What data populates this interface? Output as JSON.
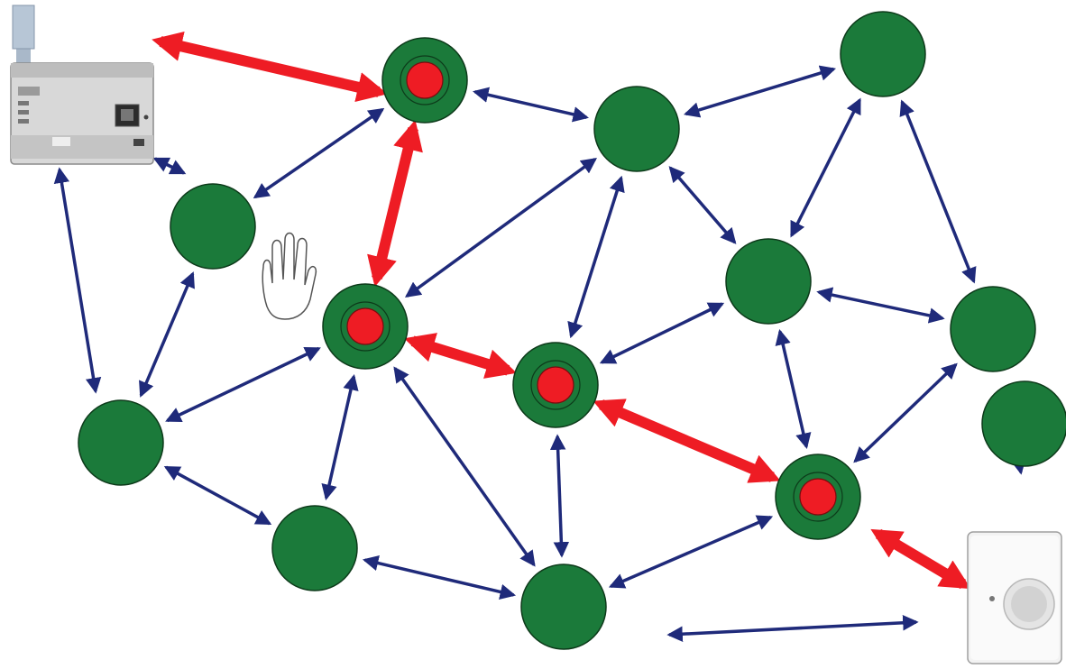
{
  "diagram": {
    "nodes": [
      {
        "id": "n1",
        "role": "routing"
      },
      {
        "id": "n2",
        "role": "normal"
      },
      {
        "id": "n3",
        "role": "normal"
      },
      {
        "id": "n4",
        "role": "normal"
      },
      {
        "id": "n5",
        "role": "routing"
      },
      {
        "id": "n6",
        "role": "normal"
      },
      {
        "id": "n7",
        "role": "routing"
      },
      {
        "id": "n8",
        "role": "normal"
      },
      {
        "id": "n9",
        "role": "normal"
      },
      {
        "id": "n10",
        "role": "normal"
      },
      {
        "id": "n11",
        "role": "routing"
      },
      {
        "id": "n12",
        "role": "normal"
      },
      {
        "id": "n13",
        "role": "normal"
      }
    ],
    "devices": [
      {
        "id": "controller",
        "icon": "controller-device-icon"
      },
      {
        "id": "thermostat",
        "icon": "thermostat-device-icon"
      }
    ],
    "blocked_icon": "stop-hand-icon",
    "links": [
      {
        "from": "controller",
        "to": "n1",
        "kind": "route"
      },
      {
        "from": "n1",
        "to": "n5",
        "kind": "route"
      },
      {
        "from": "n5",
        "to": "n7",
        "kind": "route"
      },
      {
        "from": "n7",
        "to": "n11",
        "kind": "route"
      },
      {
        "from": "n11",
        "to": "thermostat",
        "kind": "route"
      },
      {
        "from": "n1",
        "to": "n3",
        "kind": "link"
      },
      {
        "from": "n1",
        "to": "n2",
        "kind": "link"
      },
      {
        "from": "controller",
        "to": "n2",
        "kind": "link"
      },
      {
        "from": "controller",
        "to": "n8",
        "kind": "link"
      },
      {
        "from": "n3",
        "to": "n4",
        "kind": "link"
      },
      {
        "from": "n3",
        "to": "n5",
        "kind": "link"
      },
      {
        "from": "n3",
        "to": "n7",
        "kind": "link"
      },
      {
        "from": "n3",
        "to": "n6",
        "kind": "link"
      },
      {
        "from": "n4",
        "to": "n6",
        "kind": "link"
      },
      {
        "from": "n4",
        "to": "n9",
        "kind": "link"
      },
      {
        "from": "n2",
        "to": "n8",
        "kind": "link"
      },
      {
        "from": "n5",
        "to": "n8",
        "kind": "link"
      },
      {
        "from": "n5",
        "to": "n10",
        "kind": "link"
      },
      {
        "from": "n5",
        "to": "n12",
        "kind": "link"
      },
      {
        "from": "n7",
        "to": "n6",
        "kind": "link"
      },
      {
        "from": "n7",
        "to": "n12",
        "kind": "link"
      },
      {
        "from": "n6",
        "to": "n9",
        "kind": "link"
      },
      {
        "from": "n6",
        "to": "n11",
        "kind": "link"
      },
      {
        "from": "n9",
        "to": "n11",
        "kind": "link"
      },
      {
        "from": "n9",
        "to": "n13",
        "kind": "link"
      },
      {
        "from": "n8",
        "to": "n10",
        "kind": "link"
      },
      {
        "from": "n10",
        "to": "n12",
        "kind": "link"
      },
      {
        "from": "n12",
        "to": "n11",
        "kind": "link"
      },
      {
        "from": "n12",
        "to": "thermostat",
        "kind": "link"
      }
    ],
    "colors": {
      "node_fill": "#1b7a3a",
      "node_stroke": "#0d3a1a",
      "route_core": "#ee1c24",
      "link_arrow": "#1f2a7a",
      "route_arrow": "#ee1c24"
    }
  }
}
